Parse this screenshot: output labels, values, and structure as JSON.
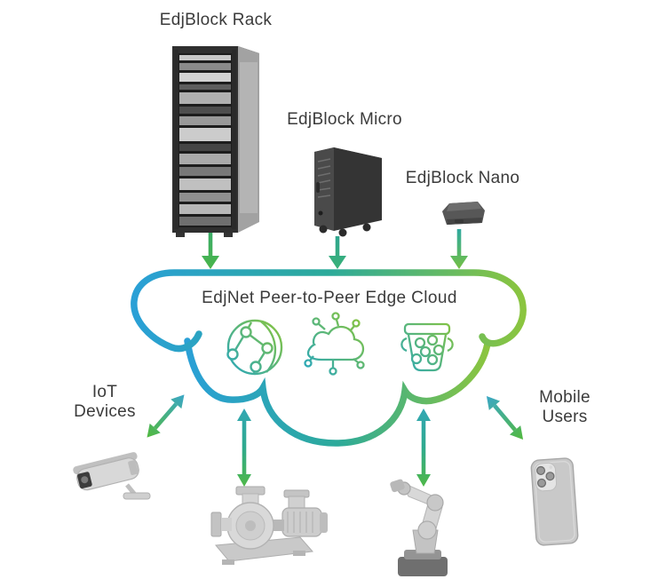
{
  "page": {
    "background": "#ffffff"
  },
  "palette": {
    "gradient_blue": "#2aa0d6",
    "gradient_teal": "#2caa9a",
    "gradient_green": "#8bc53f",
    "arrow_teal": "#35a6c0",
    "arrow_green": "#4fb847",
    "text_color": "#3b3b3b"
  },
  "edge_blocks": [
    {
      "id": "rack",
      "label": "EdjBlock Rack",
      "image": "server-rack"
    },
    {
      "id": "micro",
      "label": "EdjBlock Micro",
      "image": "tower-server"
    },
    {
      "id": "nano",
      "label": "EdjBlock Nano",
      "image": "nano-device"
    }
  ],
  "cloud": {
    "title": "EdjNet Peer-to-Peer Edge Cloud",
    "icons": [
      "global-network",
      "iot-cloud",
      "data-bucket"
    ]
  },
  "endpoints": {
    "iot": {
      "line1": "IoT",
      "line2": "Devices",
      "image": "security-camera"
    },
    "mobile": {
      "line1": "Mobile",
      "line2": "Users",
      "image": "smartphone"
    },
    "pump": {
      "image": "industrial-pump"
    },
    "robot": {
      "image": "robot-arm"
    }
  }
}
